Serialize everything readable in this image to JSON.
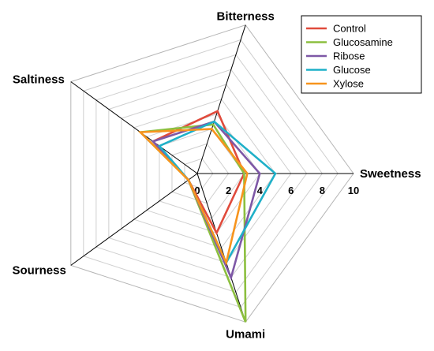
{
  "chart_data": {
    "type": "radar",
    "axes": [
      "Sweetness",
      "Umami",
      "Sourness",
      "Saltiness",
      "Bitterness"
    ],
    "rmax": 10,
    "ticks": [
      0,
      2,
      4,
      6,
      8,
      10
    ],
    "tick_labels": [
      "0",
      "2",
      "4",
      "6",
      "8",
      "10"
    ],
    "grid": true,
    "legend_position": "top-right",
    "series": [
      {
        "name": "Control",
        "color": "#e04b3c",
        "values": [
          3.0,
          4.0,
          0.7,
          3.5,
          4.2
        ]
      },
      {
        "name": "Glucosamine",
        "color": "#8cbf3f",
        "values": [
          3.0,
          10.0,
          0.7,
          4.5,
          3.3
        ]
      },
      {
        "name": "Ribose",
        "color": "#7e58a6",
        "values": [
          4.0,
          7.0,
          0.7,
          3.5,
          3.5
        ]
      },
      {
        "name": "Glucose",
        "color": "#1fb0c8",
        "values": [
          5.0,
          6.0,
          0.7,
          3.0,
          3.5
        ]
      },
      {
        "name": "Xylose",
        "color": "#f7941d",
        "values": [
          3.2,
          6.0,
          0.7,
          4.5,
          3.0
        ]
      }
    ]
  }
}
